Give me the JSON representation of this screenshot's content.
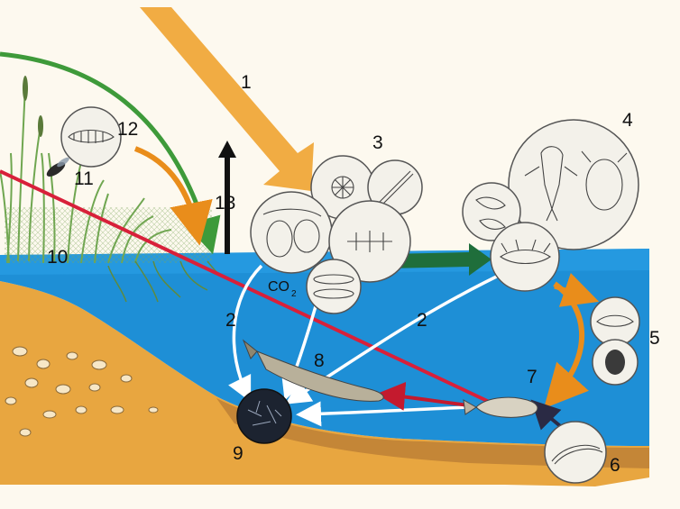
{
  "labels": {
    "n1": "1",
    "n2a": "2",
    "n2b": "2",
    "n3": "3",
    "n4": "4",
    "n5": "5",
    "n6": "6",
    "n7": "7",
    "n8": "8",
    "n9": "9",
    "n10": "10",
    "n11": "11",
    "n12": "12",
    "n13": "13",
    "co2_main": "CO",
    "co2_sub": "2"
  },
  "colors": {
    "background": "#fdf9ef",
    "water": "#1e8fd6",
    "soil": "#e8a640",
    "soil_dark": "#6b4a2a",
    "sun_arrow": "#f0a330",
    "green_arrow": "#3e9a3a",
    "orange_arrow": "#e98d1b",
    "red_line": "#d8203a",
    "white_arrow": "#ffffff",
    "black_arrow": "#111111",
    "dark_green_arrow": "#1f6e3b",
    "reeds": "#6fa650"
  },
  "icons": [
    "sun-ray-arrow",
    "reed-plant",
    "insect-larva",
    "algae-cell",
    "zooplankton",
    "fish",
    "pike",
    "detritus-ball"
  ]
}
